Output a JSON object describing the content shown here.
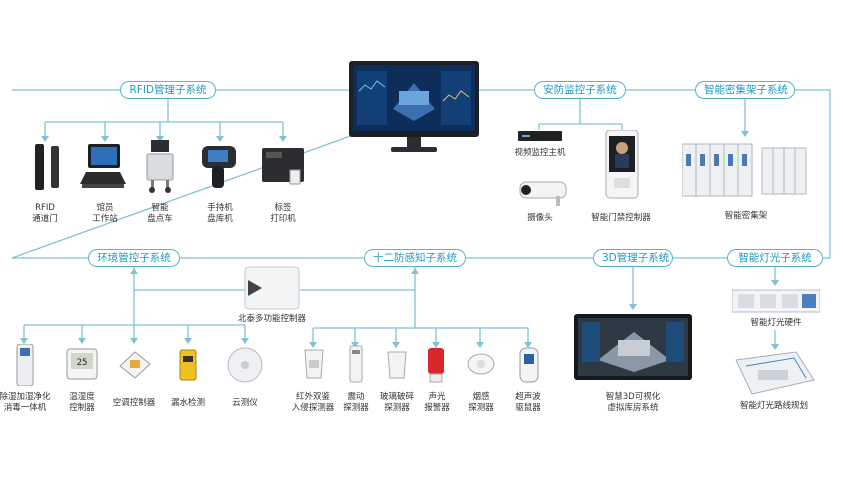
{
  "subsystems": {
    "rfid": "RFID管理子系统",
    "security": "安防监控子系统",
    "shelf": "智能密集架子系统",
    "env": "环境管控子系统",
    "protect": "十二防感知子系统",
    "threed": "3D管理子系统",
    "light": "智能灯光子系统"
  },
  "rfid_devices": [
    {
      "l1": "RFID",
      "l2": "通道门"
    },
    {
      "l1": "馆员",
      "l2": "工作站"
    },
    {
      "l1": "智能",
      "l2": "盘点车"
    },
    {
      "l1": "手持机",
      "l2": "盘库机"
    },
    {
      "l1": "标签",
      "l2": "打印机"
    }
  ],
  "security_devices": {
    "host": "视频监控主机",
    "camera": "摄像头",
    "door": "智能门禁控制器"
  },
  "shelf_device": "智能密集架",
  "controller": "北泰多功能控制器",
  "env_devices": [
    {
      "l1": "除湿加湿净化",
      "l2": "消毒一体机"
    },
    {
      "l1": "温湿度",
      "l2": "控制器"
    },
    {
      "l1": "空调控制器",
      "l2": ""
    },
    {
      "l1": "漏水检测",
      "l2": ""
    },
    {
      "l1": "云测仪",
      "l2": ""
    }
  ],
  "protect_devices": [
    {
      "l1": "红外双鉴",
      "l2": "入侵探测器"
    },
    {
      "l1": "震动",
      "l2": "探测器"
    },
    {
      "l1": "玻璃破碎",
      "l2": "探测器"
    },
    {
      "l1": "声光",
      "l2": "报警器"
    },
    {
      "l1": "烟感",
      "l2": "探测器"
    },
    {
      "l1": "超声波",
      "l2": "驱鼠器"
    }
  ],
  "threed_device": {
    "l1": "智慧3D可视化",
    "l2": "虚拟库房系统"
  },
  "light_devices": {
    "hw": "智能灯光硬件",
    "plan": "智能灯光路线规划"
  },
  "colors": {
    "line": "#7fc2d6",
    "accent": "#1f9ac0",
    "border": "#58b4cf"
  }
}
